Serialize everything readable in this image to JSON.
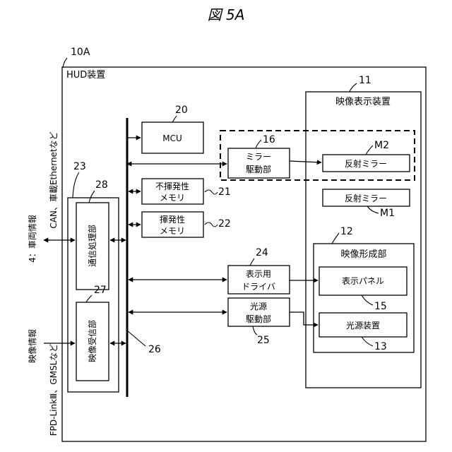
{
  "figure_label": "図 5A",
  "refs": {
    "device": "10A",
    "video_display": "11",
    "image_forming": "12",
    "backlight": "13",
    "mirror_drive": "16",
    "panel": "15",
    "mcu": "20",
    "volatile": "21",
    "nonvolatile": "22",
    "comm_block": "23",
    "display_driver": "24",
    "light_drive": "25",
    "bus": "26",
    "video_rx": "27",
    "comm_proc": "28",
    "mirror2": "M2",
    "mirror1": "M1"
  },
  "labels": {
    "hud": "HUD装置",
    "video_display": "映像表示装置",
    "mcu": "MCU",
    "mirror_drive_1": "ミラー",
    "mirror_drive_2": "駆動部",
    "mirror2": "反射ミラー",
    "mirror1": "反射ミラー",
    "volatile_1": "不揮発性",
    "volatile_2": "メモリ",
    "nonvolatile_1": "揮発性",
    "nonvolatile_2": "メモリ",
    "comm_proc": "通信処理部",
    "video_rx": "映像受信部",
    "display_driver_1": "表示用",
    "display_driver_2": "ドライバ",
    "light_drive_1": "光源",
    "light_drive_2": "駆動部",
    "image_forming": "映像形成部",
    "panel": "表示パネル",
    "backlight": "光源装置"
  },
  "side": {
    "vehicle_info": "4：車両情報",
    "vehicle_bus": "CAN、車載Ethernetなど",
    "video_info": "映像情報",
    "video_link": "FPD-LinkⅢ、GMSLなど"
  }
}
